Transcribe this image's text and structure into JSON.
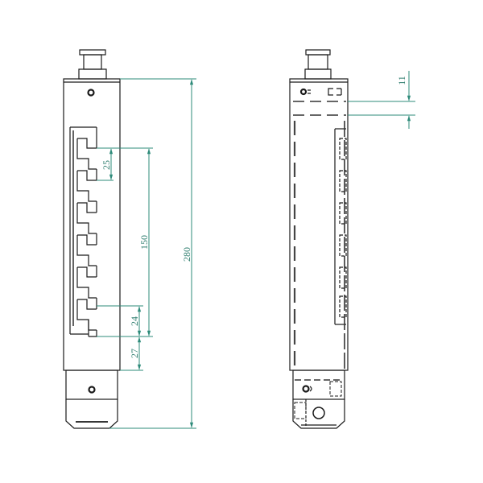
{
  "drawing": {
    "type": "technical-drawing",
    "views": [
      "front-view",
      "side-view"
    ],
    "colors": {
      "outline": "#1a1a1a",
      "dimension": "#2e8b7a",
      "background": "#ffffff"
    }
  },
  "front_view": {
    "dimensions": {
      "overall_height": "280",
      "slot_span": "150",
      "slot_pitch": "25",
      "last_slot_offset": "24",
      "bottom_offset": "27"
    }
  },
  "side_view": {
    "dimensions": {
      "top_offset": "11"
    }
  }
}
